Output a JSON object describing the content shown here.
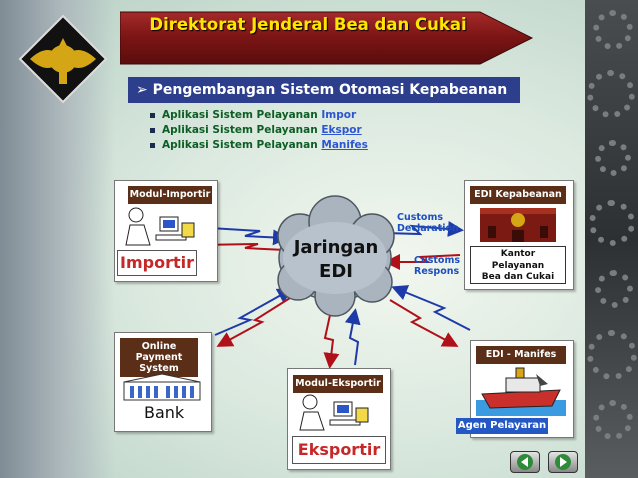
{
  "slide": {
    "title": "Direktorat Jenderal Bea dan Cukai",
    "subtitle_icon": "arrow-bullet-icon",
    "subtitle_symbol": "➢",
    "subtitle": "Pengembangan Sistem Otomasi Kepabeanan",
    "bullets": [
      {
        "text": "Aplikasi Sistem Pelayanan",
        "link": "Impor"
      },
      {
        "text": "Aplikasi Sistem Pelayanan",
        "link": "Ekspor"
      },
      {
        "text": "Aplikasi Sistem Pelayanan",
        "link": "Manifes"
      }
    ]
  },
  "diagram": {
    "center": {
      "line1": "Jaringan",
      "line2": "EDI"
    },
    "importir": {
      "tag": "Modul-Importir",
      "label": "Importir"
    },
    "edi_kepabeanan": {
      "tag": "EDI Kepabeanan",
      "office_line1": "Kantor",
      "office_line2": "Pelayanan",
      "office_line3": "Bea dan Cukai"
    },
    "customs_declaration": {
      "line1": "Customs",
      "line2": "Declaration"
    },
    "customs_respons": {
      "line1": "Customs",
      "line2": "Respons"
    },
    "bank": {
      "tag_line1": "Online Payment",
      "tag_line2": "System",
      "label": "Bank"
    },
    "eksportir": {
      "tag": "Modul-Eksportir",
      "label": "Eksportir"
    },
    "manifes": {
      "tag": "EDI - Manifes",
      "label": "Agen Pelayaran"
    }
  },
  "nav": {
    "prev_icon": "prev-arrow-icon",
    "next_icon": "next-arrow-icon"
  },
  "colors": {
    "title": "#ffe600",
    "subtitle_bg": "#2d3f8c",
    "tag_bg": "#5a2e17",
    "arrow_blue": "#1e3aa8",
    "arrow_red": "#b0101a"
  }
}
